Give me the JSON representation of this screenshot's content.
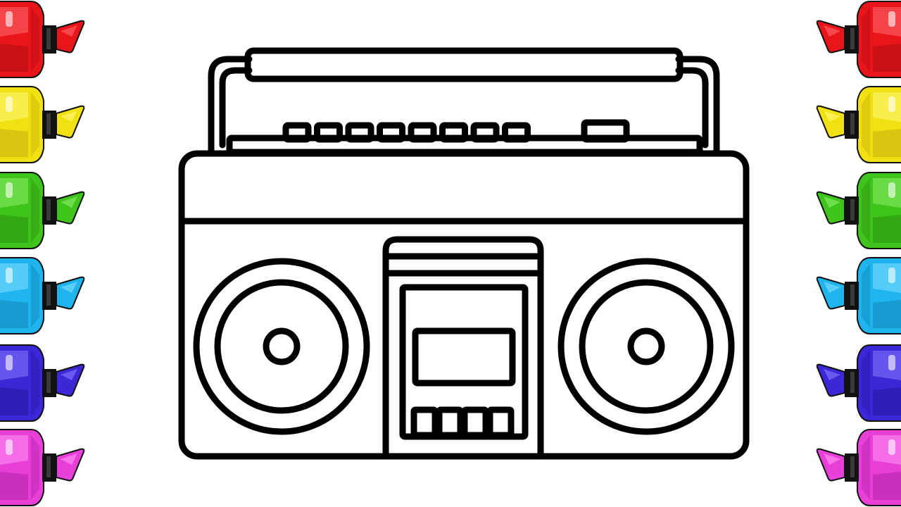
{
  "scene": {
    "subject": "boombox",
    "background": "#ffffff",
    "line_color": "#000000"
  },
  "palette": {
    "markers": [
      {
        "name": "red",
        "color": "#e8151b",
        "light": "#ff6b6b",
        "dark": "#a50c10"
      },
      {
        "name": "yellow",
        "color": "#f2e112",
        "light": "#fff77a",
        "dark": "#b9a80a"
      },
      {
        "name": "green",
        "color": "#3ec41a",
        "light": "#8cf06a",
        "dark": "#248a0c"
      },
      {
        "name": "cyan",
        "color": "#1fb4ee",
        "light": "#7fe0ff",
        "dark": "#0c7aa8"
      },
      {
        "name": "blue",
        "color": "#3b27d6",
        "light": "#8b7cff",
        "dark": "#1f1394"
      },
      {
        "name": "pink",
        "color": "#e83fd9",
        "light": "#ff96f4",
        "dark": "#a61a9a"
      }
    ]
  },
  "boombox": {
    "preset_buttons": 8,
    "deck_keys": 4,
    "speakers": 2
  }
}
